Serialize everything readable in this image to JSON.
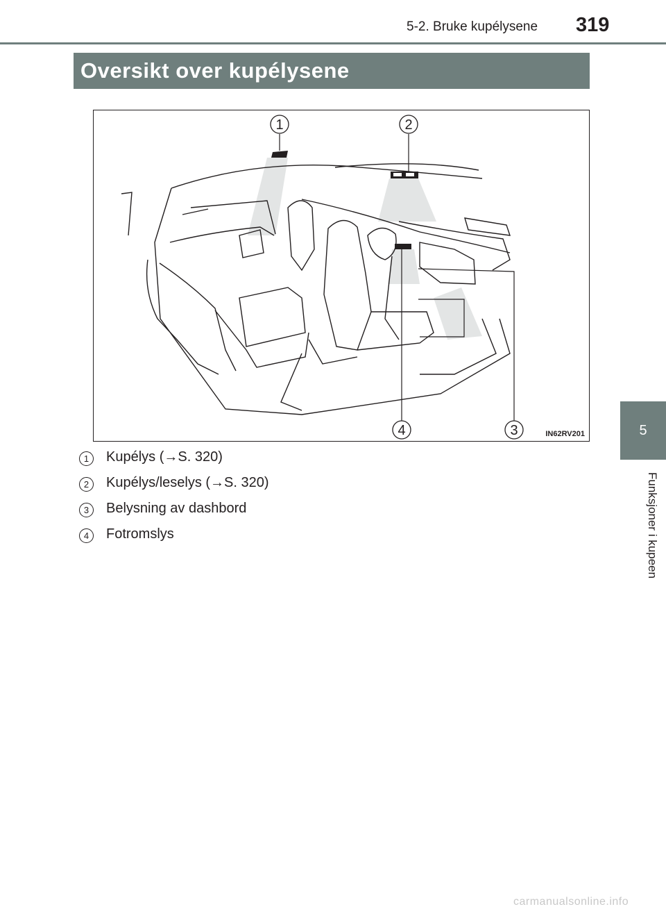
{
  "header": {
    "section_ref": "5-2. Bruke kupélysene",
    "page_number": "319"
  },
  "title": "Oversikt over kupélysene",
  "side_tab": {
    "number": "5",
    "label": "Funksjoner i kupeen"
  },
  "figure": {
    "code": "IN62RV201",
    "callouts": [
      "1",
      "2",
      "3",
      "4"
    ]
  },
  "legend": [
    {
      "num": "1",
      "text": "Kupélys (→S. 320)"
    },
    {
      "num": "2",
      "text": "Kupélys/leselys (→S. 320)"
    },
    {
      "num": "3",
      "text": "Belysning av dashbord"
    },
    {
      "num": "4",
      "text": "Fotromslys"
    }
  ],
  "watermark": "carmanualsonline.info",
  "colors": {
    "accent": "#6f7f7d",
    "text": "#231f20",
    "light_beam": "#e3e5e5"
  }
}
